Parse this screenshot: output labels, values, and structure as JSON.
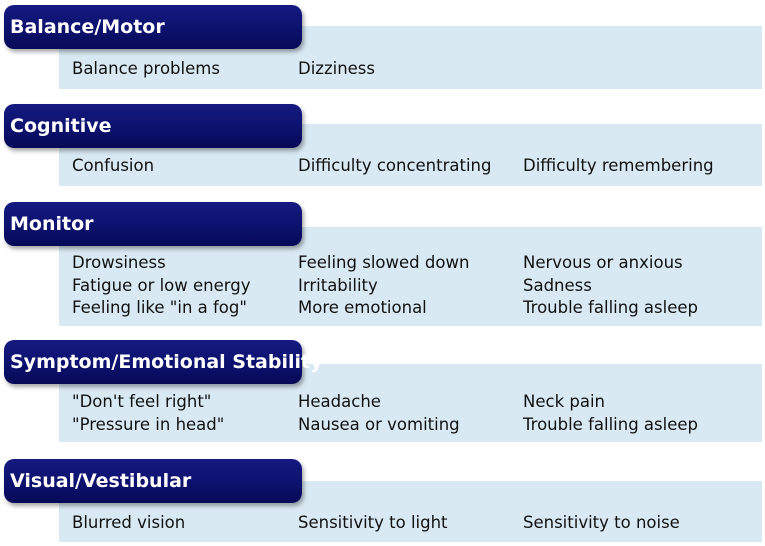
{
  "categories": [
    {
      "title": "Balance/Motor",
      "items": [
        "Balance problems",
        "Dizziness"
      ]
    },
    {
      "title": "Cognitive",
      "items": [
        "Confusion",
        "Difficulty concentrating",
        "Difficulty remembering"
      ]
    },
    {
      "title": "Monitor",
      "items": [
        "Drowsiness",
        "Feeling slowed down",
        "Nervous or anxious",
        "Fatigue or low energy",
        "Irritability",
        "Sadness",
        "Feeling like \"in a fog\"",
        "More emotional",
        "Trouble falling asleep"
      ]
    },
    {
      "title": "Symptom/Emotional Stability",
      "items": [
        "\"Don't feel right\"",
        "Headache",
        "Neck pain",
        "\"Pressure in head\"",
        "Nausea or vomiting",
        "Trouble falling asleep"
      ]
    },
    {
      "title": "Visual/Vestibular",
      "items": [
        "Blurred vision",
        "Sensitivity to light",
        "Sensitivity to noise"
      ]
    }
  ],
  "colors": {
    "header_bg": "#0d1270",
    "header_text": "#ffffff",
    "panel_bg": "#d9e9f3",
    "item_text": "#111111"
  }
}
